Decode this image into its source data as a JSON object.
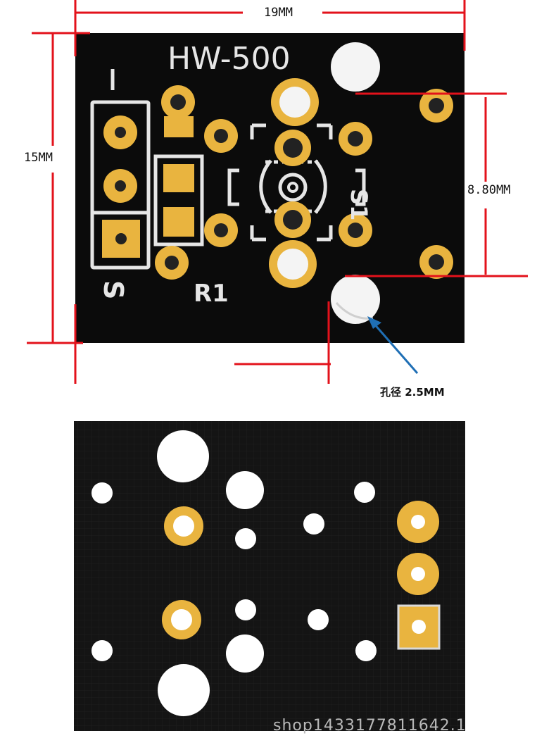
{
  "top_view": {
    "board_label": "HW-500",
    "switch_label": "S1",
    "resistor_label": "R1",
    "signal_pin_label": "S",
    "minus_pin_label": "-"
  },
  "dimensions": {
    "width": "19MM",
    "height": "15MM",
    "hole_spacing": "8.80MM",
    "hole_diameter": "孔径 2.5MM"
  },
  "watermark": "shop1433177811642.1",
  "colors": {
    "board": "#0b0b0b",
    "pad": "#e9b43f",
    "silkscreen": "#e6e6e6",
    "dimension_line": "#e3121b",
    "pointer": "#1f6fb5"
  }
}
